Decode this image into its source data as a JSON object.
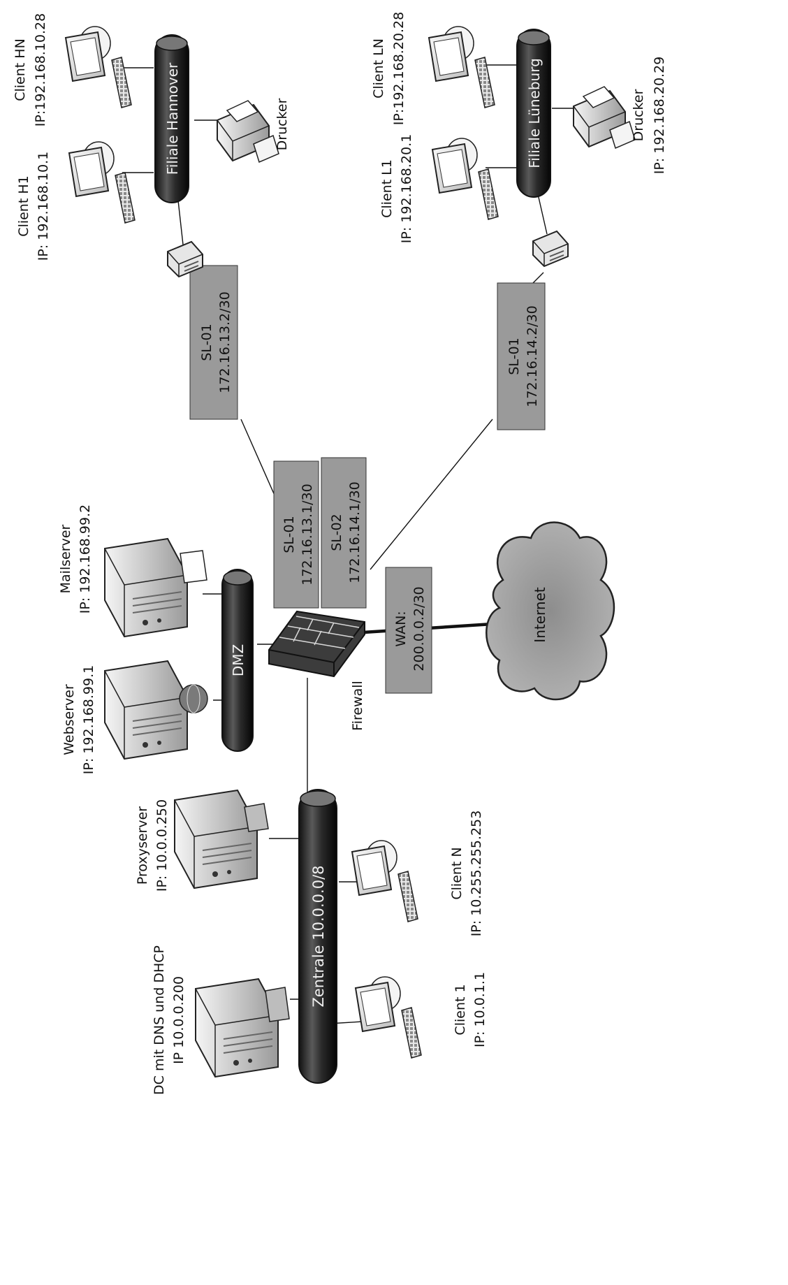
{
  "segments": {
    "hannover": "Filiale Hannover",
    "lueneburg": "Filiale Lüneburg",
    "dmz": "DMZ",
    "zentrale": "Zentrale 10.0.0.0/8"
  },
  "links": {
    "sl_hannover_remote": {
      "name": "SL-01",
      "ip": "172.16.13.2/30"
    },
    "sl_lueneburg_remote": {
      "name": "SL-01",
      "ip": "172.16.14.2/30"
    },
    "sl_firewall_1": {
      "name": "SL-01",
      "ip": "172.16.13.1/30"
    },
    "sl_firewall_2": {
      "name": "SL-02",
      "ip": "172.16.14.1/30"
    },
    "wan": {
      "name": "WAN:",
      "ip": "200.0.0.2/30"
    }
  },
  "devices": {
    "client_hn": {
      "name": "Client HN",
      "ip": "IP:192.168.10.28"
    },
    "client_h1": {
      "name": "Client H1",
      "ip": "IP: 192.168.10.1"
    },
    "drucker_hannover": {
      "name": "Drucker"
    },
    "client_ln": {
      "name": "Client LN",
      "ip": "IP:192.168.20.28"
    },
    "client_l1": {
      "name": "Client L1",
      "ip": "IP: 192.168.20.1"
    },
    "drucker_lueneburg": {
      "name": "Drucker",
      "ip": "IP: 192.168.20.29"
    },
    "mailserver": {
      "name": "Mailserver",
      "ip": "IP: 192.168.99.2"
    },
    "webserver": {
      "name": "Webserver",
      "ip": "IP:   192.168.99.1"
    },
    "proxyserver": {
      "name": "Proxyserver",
      "ip": "IP: 10.0.0.250"
    },
    "dc": {
      "name": "DC mit DNS und DHCP",
      "ip": "IP 10.0.0.200"
    },
    "client_n": {
      "name": "Client N",
      "ip": "IP: 10.255.255.253"
    },
    "client_1": {
      "name": "Client 1",
      "ip": "IP: 10.0.1.1"
    },
    "firewall": {
      "name": "Firewall"
    },
    "internet": {
      "name": "Internet"
    }
  }
}
